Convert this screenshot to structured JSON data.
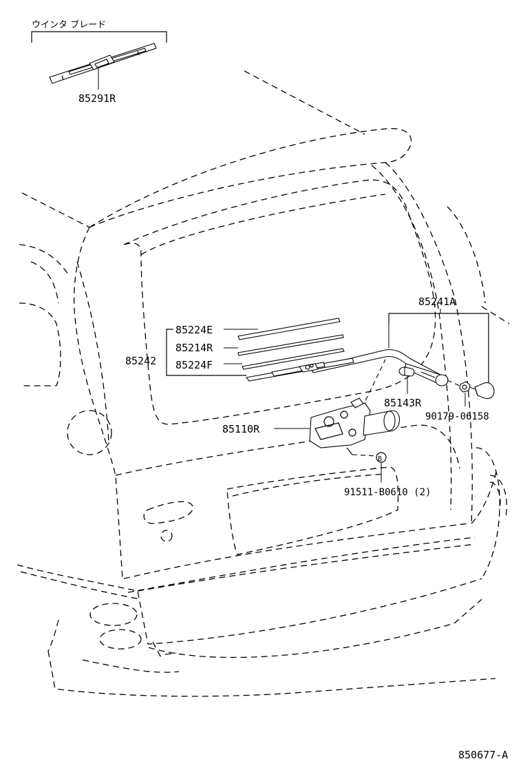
{
  "group_label": "ウインタ ブレード",
  "parts": {
    "blade_assembly": "85291R",
    "arm_group": "85241A",
    "rubber_e": "85224E",
    "refill": "85214R",
    "rubber_f": "85224F",
    "blade_group": "85242",
    "cap": "85143R",
    "motor": "85110R",
    "nut": "90179-06158",
    "bolt": "91511-B0610 (2)",
    "bolt_callout": "B"
  },
  "figure_code": "850677-A"
}
